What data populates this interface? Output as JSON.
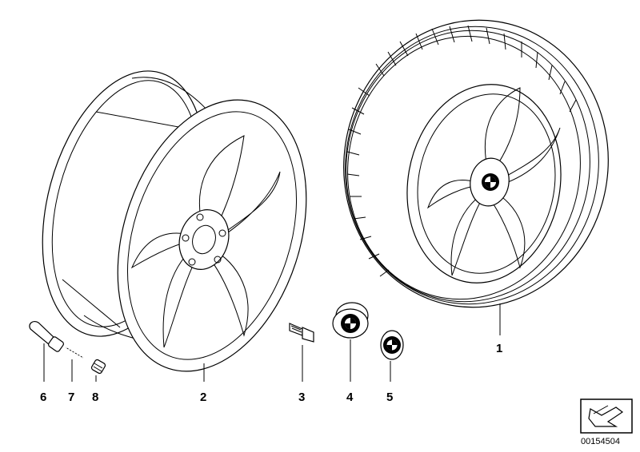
{
  "callouts": {
    "tire_wheel": "1",
    "rim": "2",
    "bolt": "3",
    "hub_cap": "4",
    "emblem": "5",
    "valve": "6",
    "valve_core": "7",
    "valve_cap": "8"
  },
  "document_number": "00154504",
  "icons": [
    "arrow-stamp-icon",
    "bmw-roundel-icon"
  ],
  "colors": {
    "line": "#000000",
    "background": "#ffffff"
  }
}
